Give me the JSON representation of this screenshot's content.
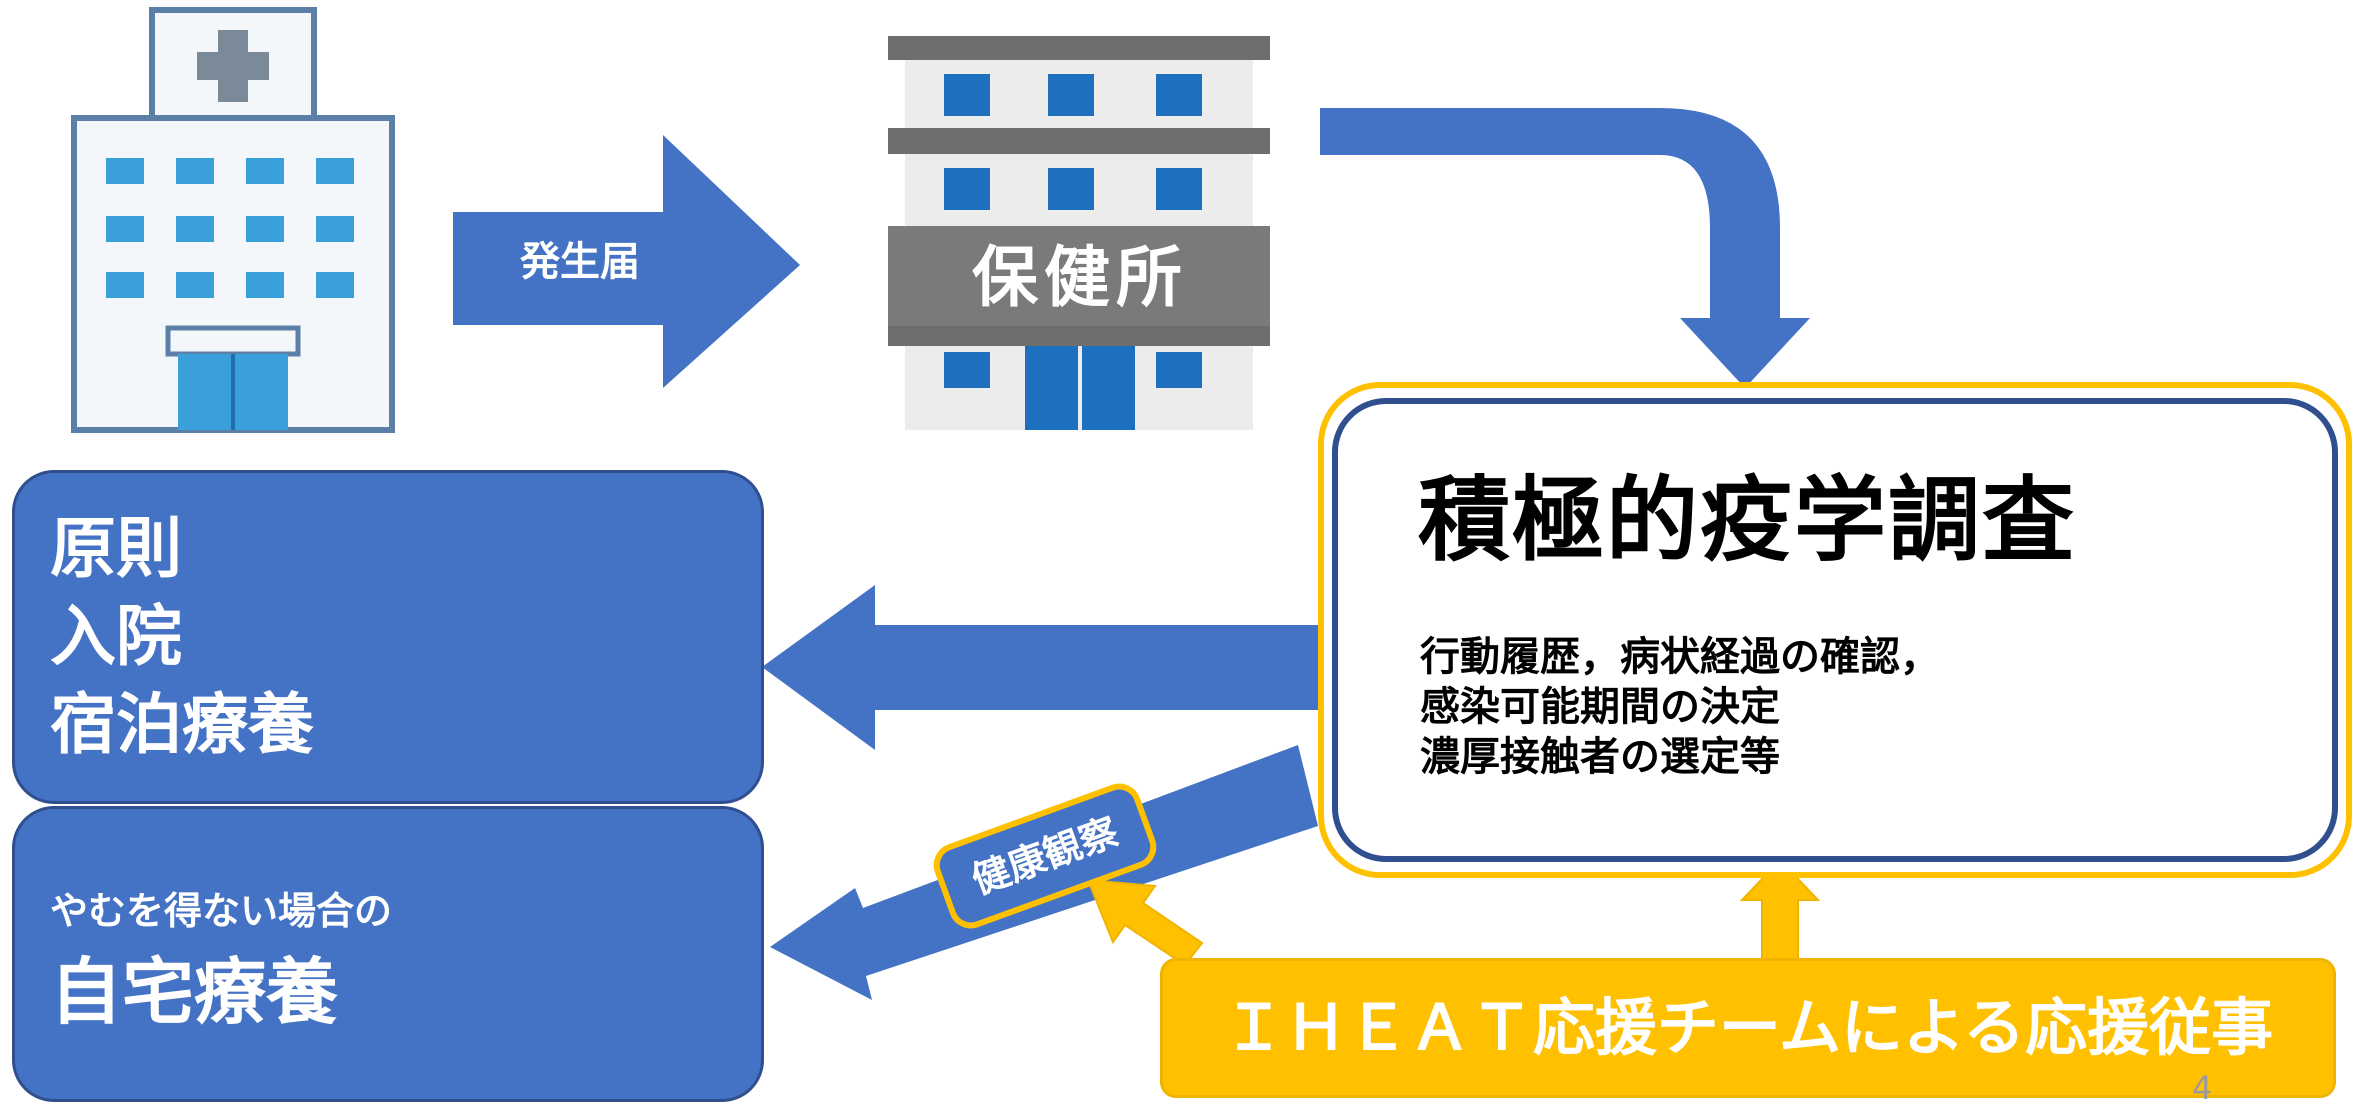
{
  "diagram": {
    "notification_label": "発生届",
    "health_center_sign": "保健所",
    "investigation": {
      "title": "積極的疫学調査",
      "lines": [
        "行動履歴，病状経過の確認，",
        "感染可能期間の決定",
        "濃厚接触者の選定等"
      ]
    },
    "principle_box": {
      "lines": [
        "原則",
        "入院",
        "宿泊療養"
      ]
    },
    "home_box": {
      "small": "やむを得ない場合の",
      "big": "自宅療養"
    },
    "health_observation_label": "健康観察",
    "iheat_label": "ＩＨＥＡＴ応援チームによる応援従事",
    "page_number": "4",
    "colors": {
      "blue": "#4472c4",
      "dark_blue": "#2f4f8f",
      "yellow": "#ffc000",
      "yellow_border": "#f0b400"
    }
  }
}
